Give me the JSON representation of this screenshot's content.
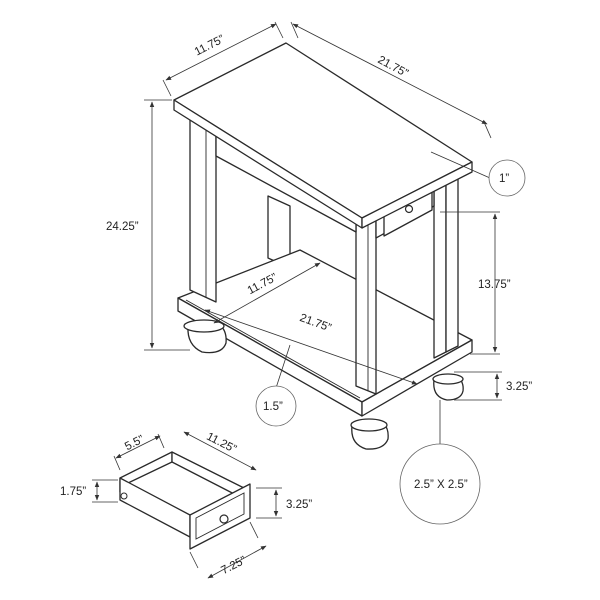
{
  "table": {
    "top_depth": "11.75”",
    "top_width": "21.75”",
    "overall_height": "24.25”",
    "top_thickness": "1”",
    "shelf_height": "13.75”",
    "shelf_depth": "11.75”",
    "shelf_width": "21.75”",
    "base_height": "3.25”",
    "base_thickness": "1.5”",
    "foot_size": "2.5” X 2.5”"
  },
  "drawer": {
    "depth": "5.5”",
    "width": "11.25”",
    "inner_height": "1.75”",
    "front_height": "3.25”",
    "front_width": "7.25”"
  }
}
